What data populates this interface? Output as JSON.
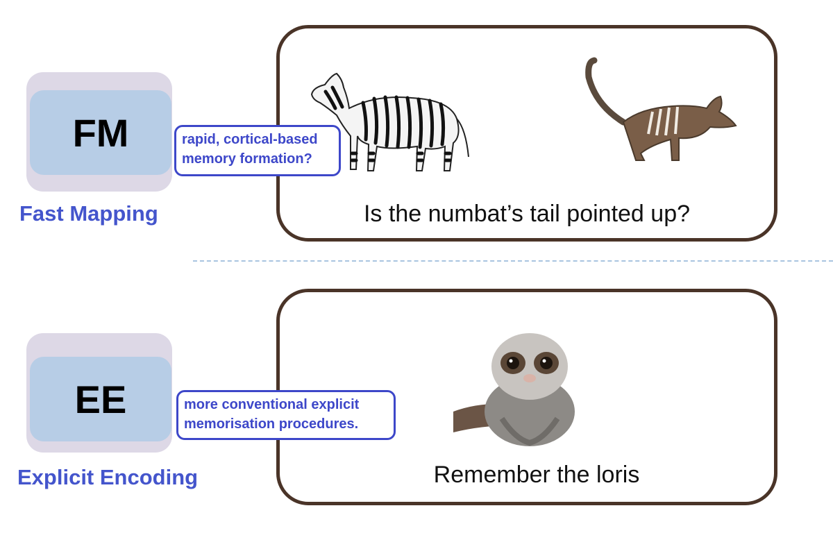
{
  "fast_mapping": {
    "badge": "FM",
    "label": "Fast Mapping",
    "callout_line1": "rapid, cortical-based",
    "callout_line2": "memory formation?",
    "caption": "Is the numbat’s tail pointed up?",
    "images": [
      "zebra",
      "numbat"
    ]
  },
  "explicit_encoding": {
    "badge": "EE",
    "label": "Explicit Encoding",
    "callout_line1": "more conventional explicit",
    "callout_line2": "memorisation procedures.",
    "caption": "Remember the loris",
    "images": [
      "loris"
    ]
  },
  "colors": {
    "label_blue": "#4455cc",
    "callout_blue": "#3d47c9",
    "badge_front": "#b7cde6",
    "badge_back": "#ddd8e6",
    "panel_border": "#4a3428",
    "divider": "#a8c4e0"
  }
}
